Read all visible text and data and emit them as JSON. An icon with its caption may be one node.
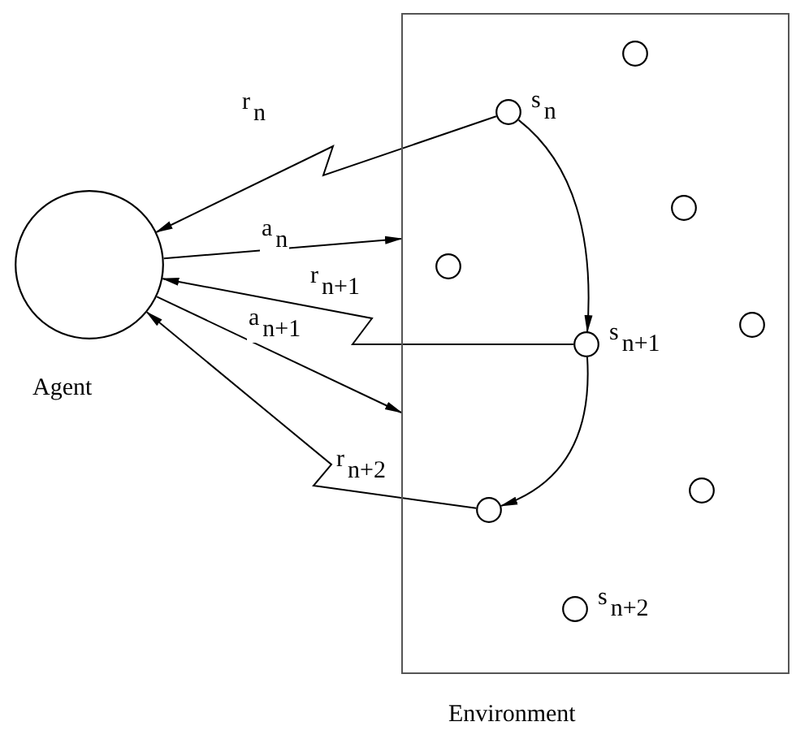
{
  "diagram": {
    "nodes": [
      {
        "text": [
          "Agent"
        ]
      },
      {
        "text": [
          "Environment"
        ]
      },
      {
        "text": [],
        "shape": "circle",
        "in": 1
      },
      {
        "text": [],
        "shape": "circle",
        "in": 1,
        "beside": [
          "s$_{n}$"
        ]
      },
      {
        "text": [],
        "shape": "circle",
        "in": 1
      },
      {
        "text": [],
        "shape": "circle",
        "in": 1
      },
      {
        "text": [],
        "shape": "circle",
        "in": 1
      },
      {
        "text": [],
        "shape": "circle",
        "in": 1,
        "beside": [
          "s$_{n+1}$"
        ]
      },
      {
        "text": [],
        "shape": "circle",
        "in": 1
      },
      {
        "text": [],
        "shape": "circle",
        "in": 1
      },
      {
        "text": [],
        "shape": "circle",
        "in": 1,
        "beside": [
          "s$_{n+2}$"
        ]
      }
    ],
    "edges": [
      {
        "from": 3,
        "to": 0,
        "arrow": "to",
        "label": "r$_{n}$"
      },
      {
        "from": 0,
        "to": 1,
        "arrow": "to",
        "label": "a$_{n}$"
      },
      {
        "from": 7,
        "to": 0,
        "arrow": "to",
        "label": "r$_{n+1}$"
      },
      {
        "from": 0,
        "to": 1,
        "arrow": "to",
        "label": "a$_{n+1}$"
      },
      {
        "from": 9,
        "to": 0,
        "arrow": "to",
        "label": "r$_{n+2}$"
      },
      {
        "from": 3,
        "to": 7,
        "arrow": "to"
      },
      {
        "from": 7,
        "to": 9,
        "arrow": "to"
      }
    ]
  }
}
